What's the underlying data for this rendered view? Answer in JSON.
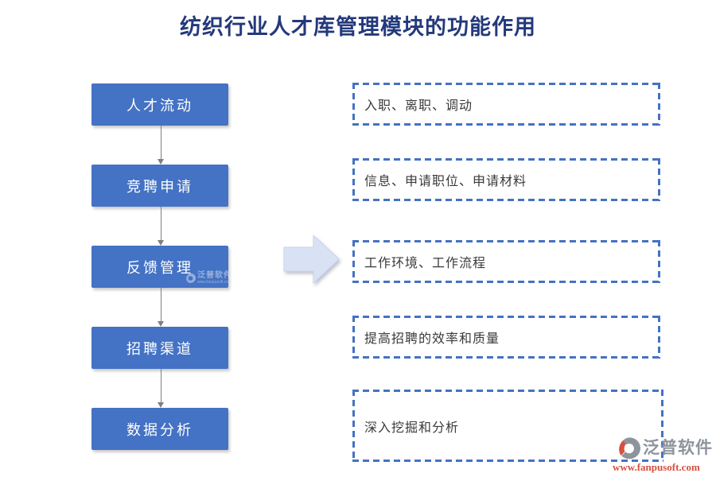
{
  "title": "纺织行业人才库管理模块的功能作用",
  "steps": [
    {
      "label": "人才流动",
      "desc": "入职、离职、调动"
    },
    {
      "label": "竞聘申请",
      "desc": "信息、申请职位、申请材料"
    },
    {
      "label": "反馈管理",
      "desc": "工作环境、工作流程"
    },
    {
      "label": "招聘渠道",
      "desc": "提高招聘的效率和质量"
    },
    {
      "label": "数据分析",
      "desc": "深入挖掘和分析"
    }
  ],
  "watermark": {
    "brand": "泛普软件",
    "url": "www.fanpusoft.com"
  },
  "logo": {
    "brand": "泛普软件",
    "url": "www.fanpusoft.com"
  },
  "colors": {
    "box_blue": "#4472C4",
    "dashed_border": "#4472C4",
    "title": "#24397B",
    "connector": "#7F7F7F",
    "arrow_fill": "#D9E2F4",
    "logo_gray": "#8E949C",
    "logo_red": "#D8503F"
  }
}
